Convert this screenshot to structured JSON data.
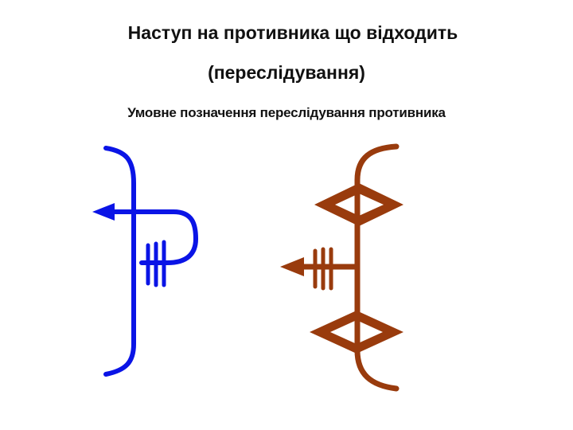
{
  "title": {
    "line1": "Наступ на противника що відходить",
    "line2": "(переслідування)"
  },
  "caption": "Умовне позначення переслідування противника",
  "colors": {
    "blue_symbol": "#0a14e6",
    "brown_symbol": "#993b0d",
    "text": "#111111"
  }
}
